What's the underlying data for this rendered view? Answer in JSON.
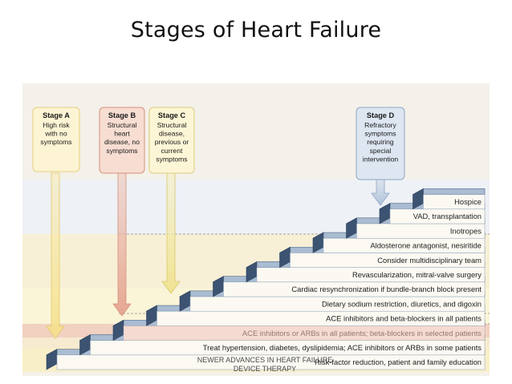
{
  "title": "Stages of Heart Failure",
  "colors": {
    "stage_a": "#f6e6a6",
    "stage_b": "#e8b3a3",
    "stage_c": "#f3eaae",
    "stage_d": "#b9c9de",
    "step_top": "#a9bcd2",
    "step_front": "#5f7794",
    "step_side": "#3c5371"
  },
  "stages": [
    {
      "name": "Stage A",
      "lines": [
        "High risk",
        "with no",
        "symptoms"
      ]
    },
    {
      "name": "Stage B",
      "lines": [
        "Structural",
        "heart",
        "disease, no",
        "symptoms"
      ]
    },
    {
      "name": "Stage C",
      "lines": [
        "Structural",
        "disease,",
        "previous or",
        "current",
        "symptoms"
      ]
    },
    {
      "name": "Stage D",
      "lines": [
        "Refractory",
        "symptoms",
        "requiring",
        "special",
        "intervention"
      ]
    }
  ],
  "steps": [
    "Risk-factor reduction, patient and family education",
    "Treat hypertension, diabetes, dyslipidemia; ACE inhibitors or ARBs in some patients",
    "ACE inhibitors or ARBs in all patients; beta-blockers in selected patients",
    "ACE inhibitors and beta-blockers in all patients",
    "Dietary sodium restriction, diuretics, and digoxin",
    "Cardiac resynchronization if bundle-branch block present",
    "Revascularization, mitral-valve surgery",
    "Consider multidisciplinary team",
    "Aldosterone antagonist, nesiritide",
    "Inotropes",
    "VAD, transplantation",
    "Hospice"
  ],
  "footer": {
    "line1": "NEWER ADVANCES IN HEART FAILURE",
    "line2": "DEVICE THERAPY"
  }
}
